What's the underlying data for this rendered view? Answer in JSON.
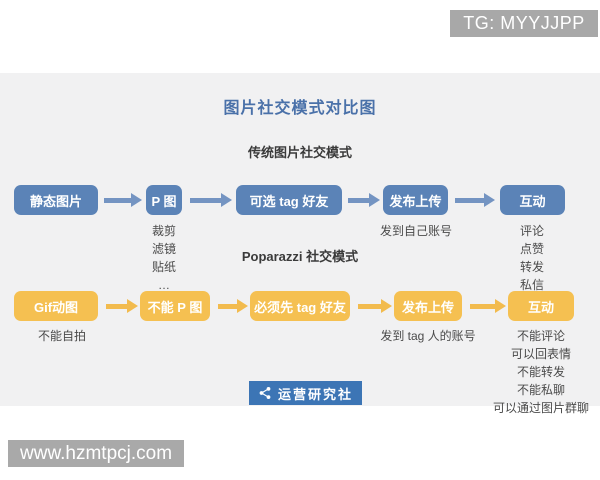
{
  "badges": {
    "tg": "TG: MYYJJPP",
    "watermark": "www.hzmtpcj.com"
  },
  "title": "图片社交模式对比图",
  "row_traditional": {
    "heading": "传统图片社交模式",
    "steps": [
      {
        "label": "静态图片",
        "note": ""
      },
      {
        "label": "P 图",
        "note": "裁剪\n滤镜\n贴纸\n…"
      },
      {
        "label": "可选 tag 好友",
        "note": ""
      },
      {
        "label": "发布上传",
        "note": "发到自己账号"
      },
      {
        "label": "互动",
        "note": "评论\n点赞\n转发\n私信"
      }
    ]
  },
  "row_poparazzi": {
    "heading": "Poparazzi 社交模式",
    "steps": [
      {
        "label": "Gif动图",
        "note": "不能自拍"
      },
      {
        "label": "不能 P 图",
        "note": ""
      },
      {
        "label": "必须先 tag 好友",
        "note": ""
      },
      {
        "label": "发布上传",
        "note": "发到 tag 人的账号"
      },
      {
        "label": "互动",
        "note": "不能评论\n可以回表情\n不能转发\n不能私聊\n可以通过图片群聊"
      }
    ]
  },
  "logo": {
    "label": "运营研究社",
    "icon": "share-icon"
  },
  "colors": {
    "traditional_box": "#5b83b7",
    "traditional_arrow": "#7494c2",
    "poparazzi_box": "#f5c051",
    "poparazzi_arrow": "#f2bb4e",
    "title_text": "#4a71a9",
    "panel_bg": "#f1f1f2",
    "overlay_badge_bg": "#a8a8a8",
    "logo_bg": "#3c75b5"
  }
}
